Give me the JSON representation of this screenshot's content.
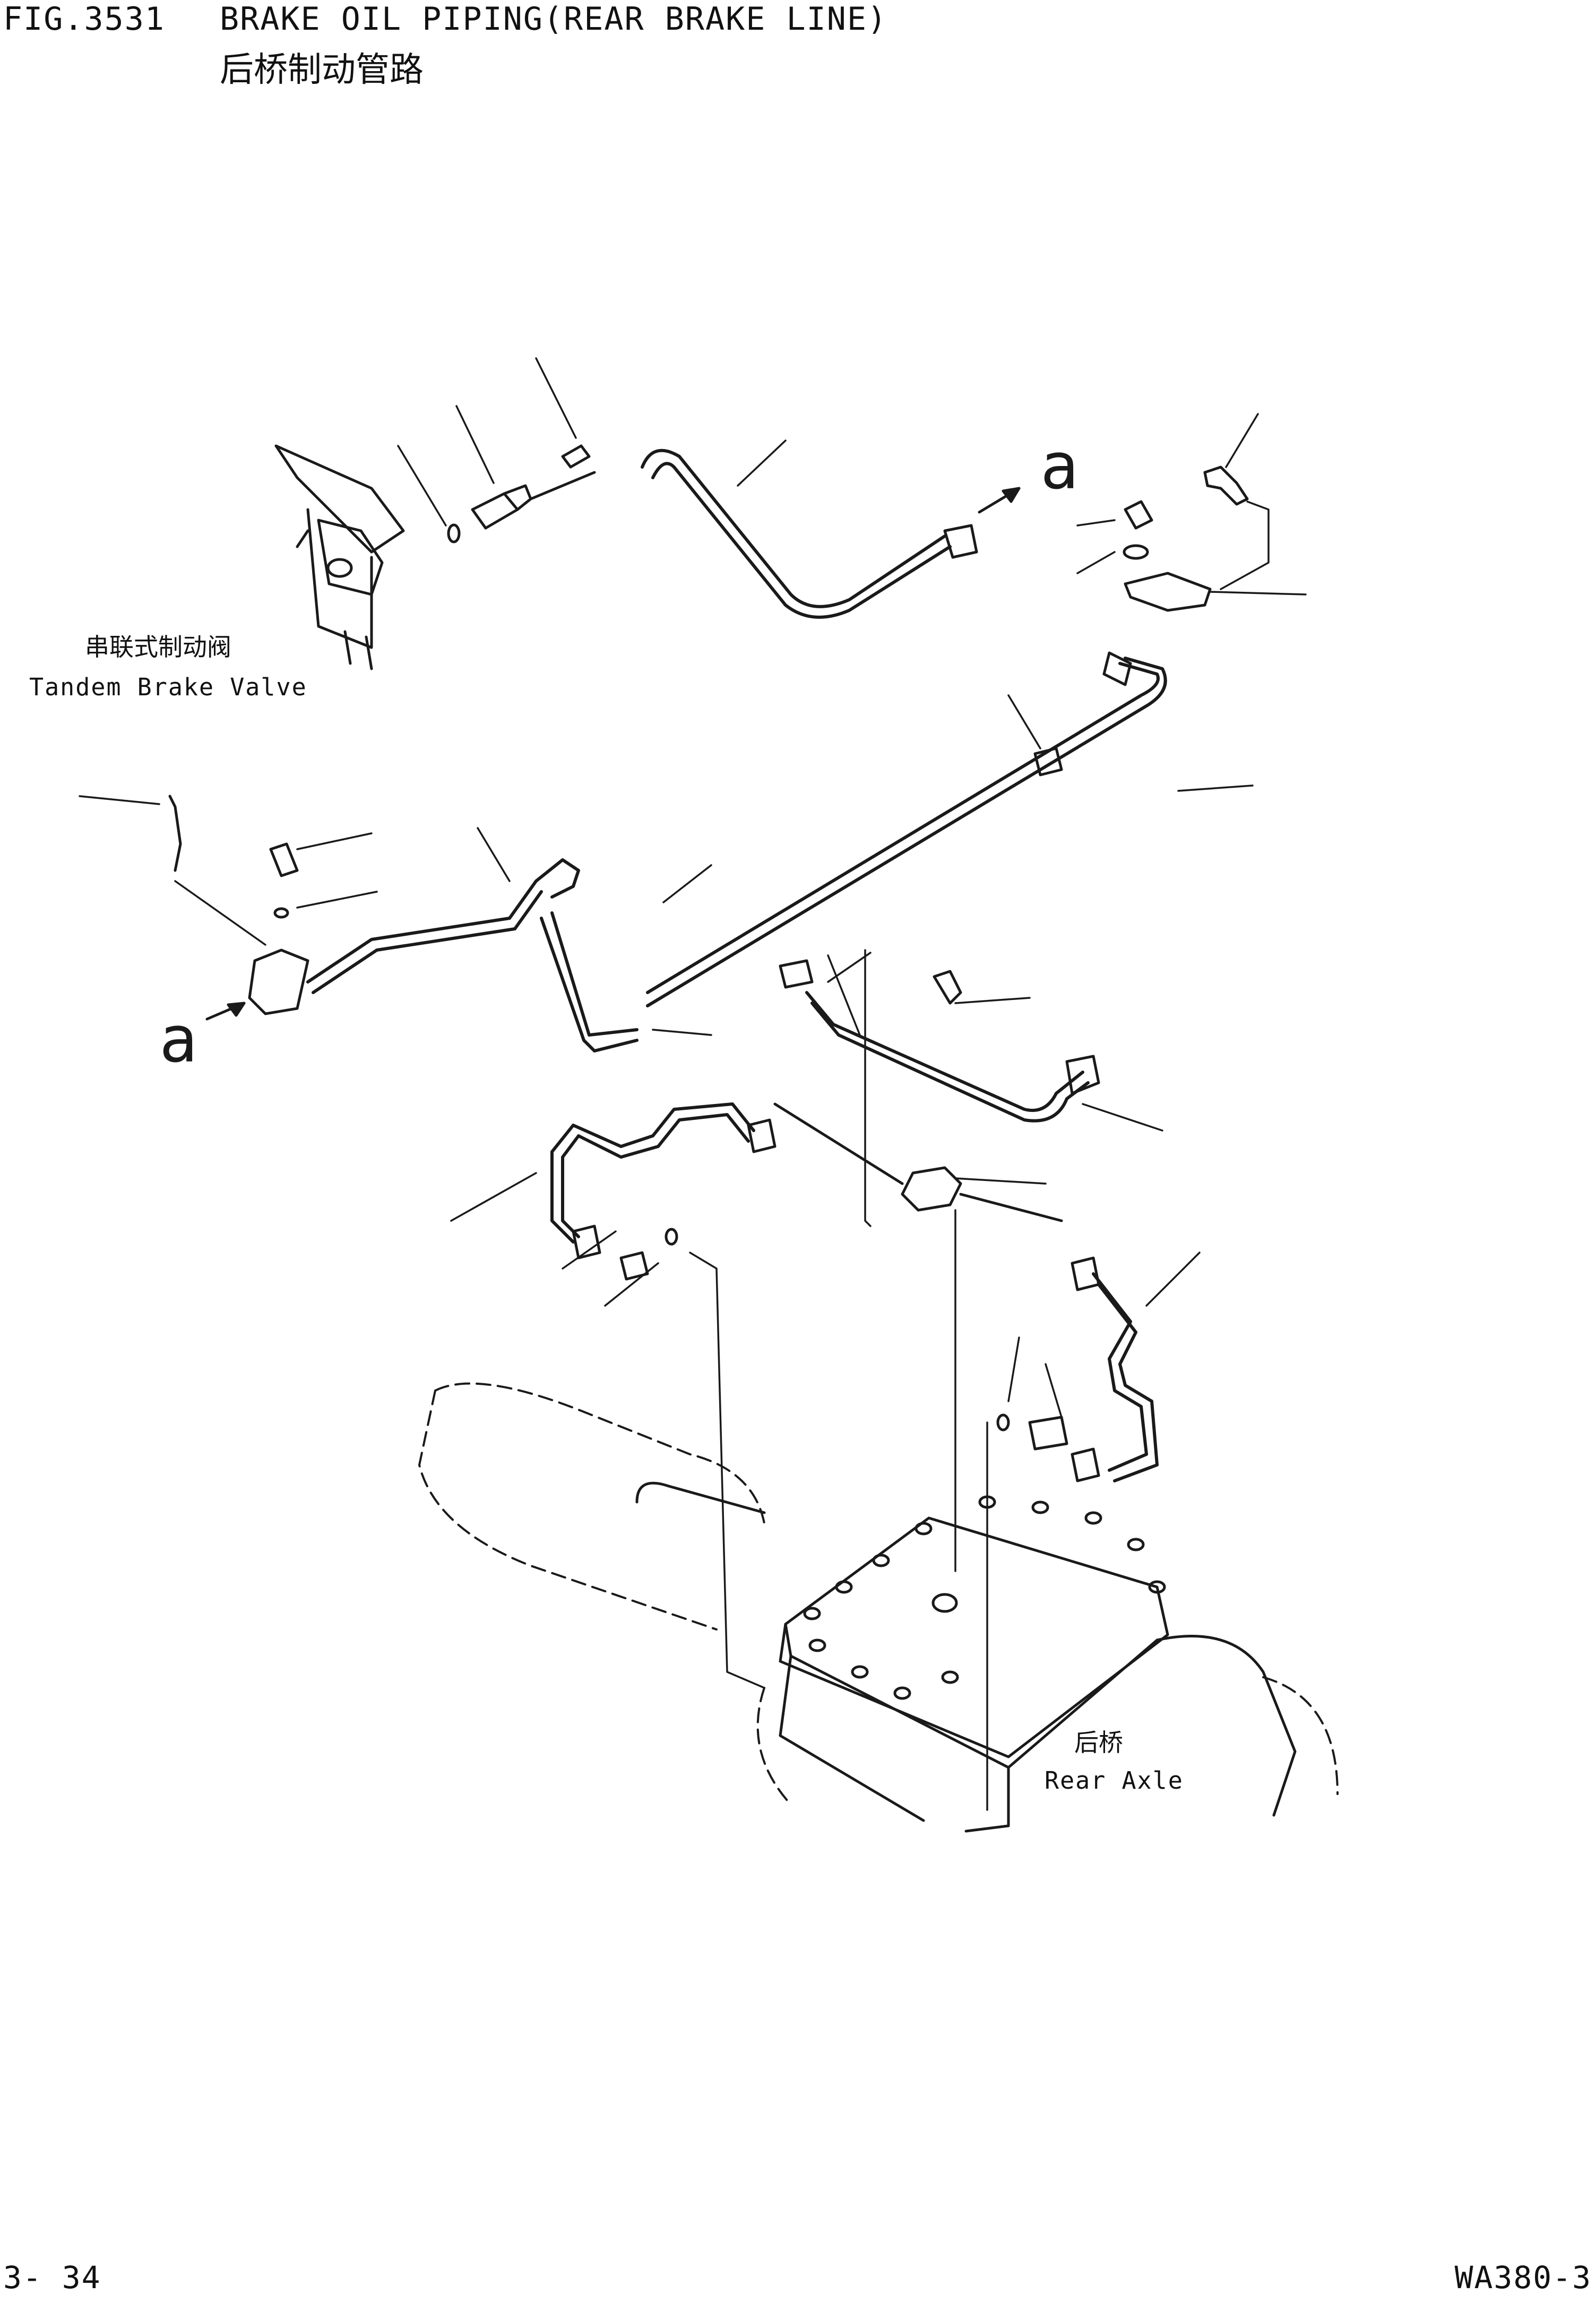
{
  "header": {
    "fig_number": "FIG.3531",
    "title": "BRAKE OIL PIPING(REAR BRAKE LINE)",
    "title_cn": "后桥制动管路"
  },
  "labels": {
    "tandem_brake_valve_cn": "串联式制动阀",
    "tandem_brake_valve_en": "Tandem Brake Valve",
    "rear_axle_cn": "后桥",
    "rear_axle_en": "Rear Axle",
    "connection_marker": "a"
  },
  "footer": {
    "page_number": "3- 34",
    "model_number": "WA380-3"
  }
}
